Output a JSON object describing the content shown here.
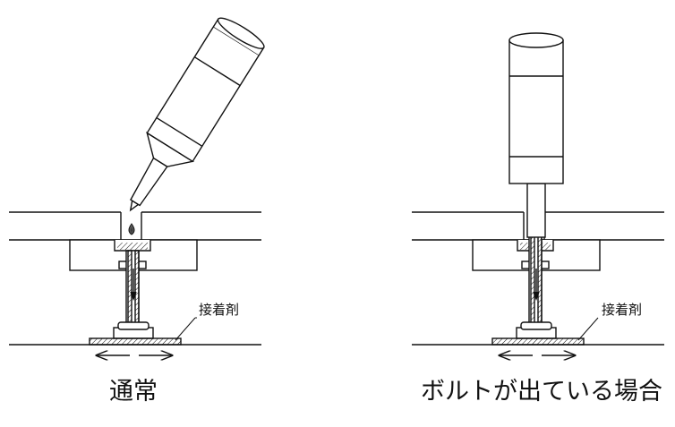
{
  "left_panel": {
    "label_adhesive": "接着剤",
    "caption": "通常"
  },
  "right_panel": {
    "label_adhesive": "接着剤",
    "caption": "ボルトが出ている場合"
  }
}
